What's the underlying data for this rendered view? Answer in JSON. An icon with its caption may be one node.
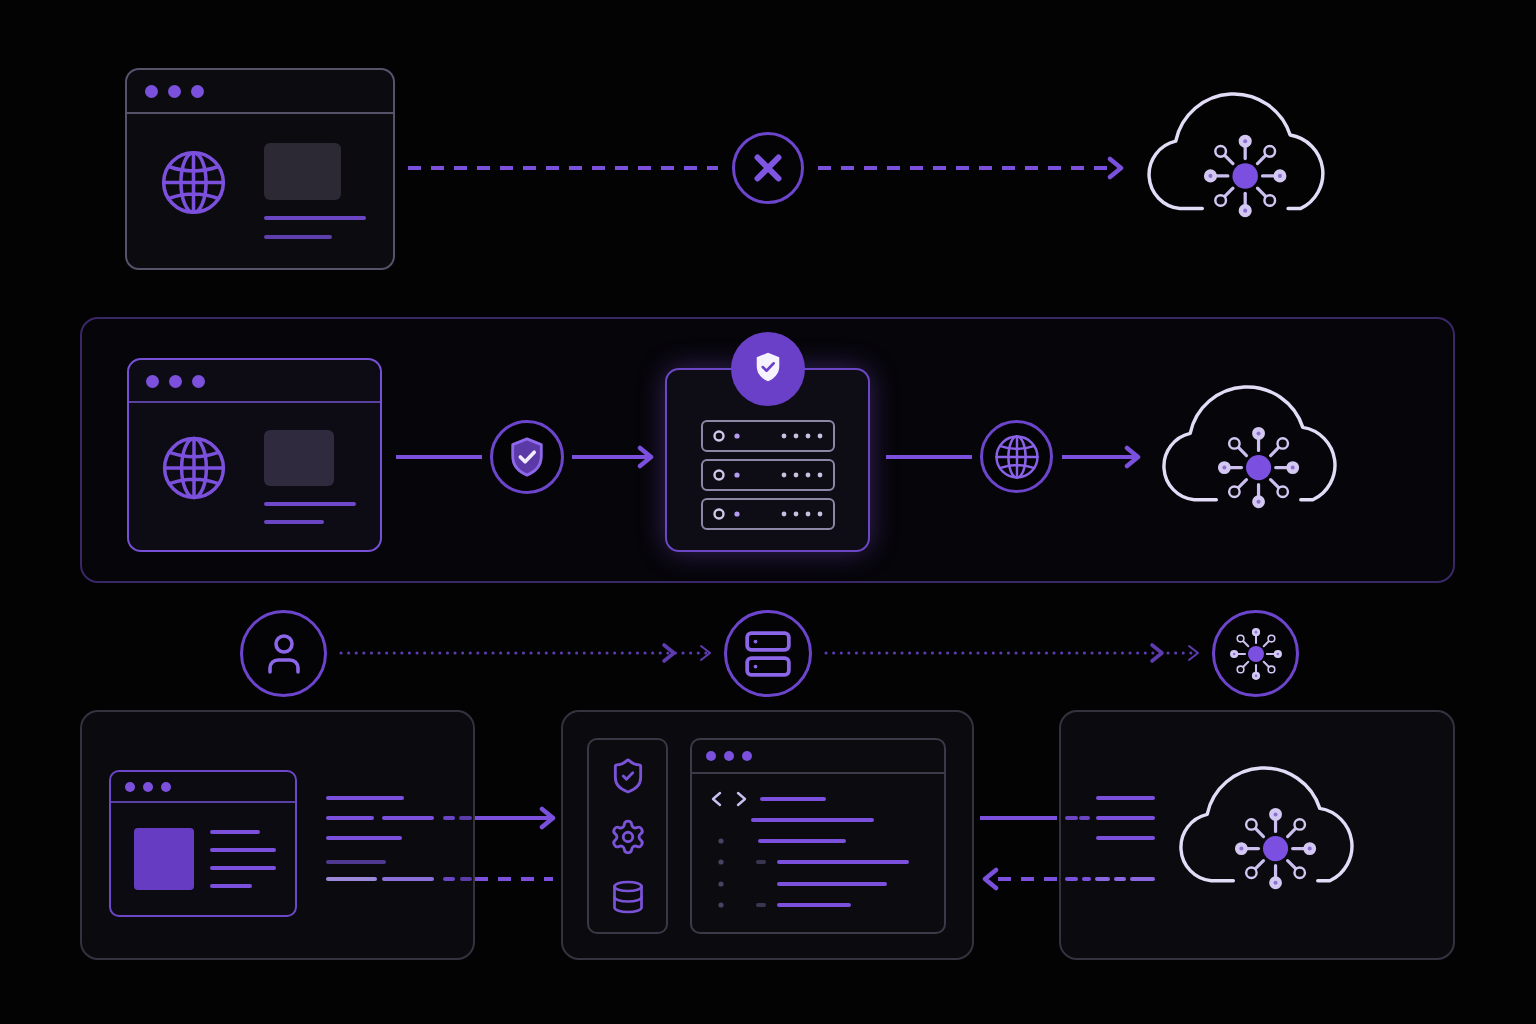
{
  "diagram": {
    "nodes": [
      {
        "text": [],
        "shape": "window"
      },
      {
        "text": [],
        "shape": "circle"
      },
      {
        "text": [],
        "shape": "cloud"
      },
      {
        "text": [],
        "shape": "box"
      },
      {
        "text": [],
        "shape": "window",
        "in": 3
      },
      {
        "text": [],
        "shape": "circle",
        "in": 3
      },
      {
        "text": [],
        "shape": "box",
        "in": 3
      },
      {
        "text": [],
        "shape": "circle",
        "in": 3
      },
      {
        "text": [],
        "shape": "cloud",
        "in": 3
      },
      {
        "text": [],
        "shape": "circle"
      },
      {
        "text": [],
        "shape": "circle"
      },
      {
        "text": [],
        "shape": "circle"
      },
      {
        "text": [],
        "shape": "box"
      },
      {
        "text": [],
        "shape": "window",
        "in": 12
      },
      {
        "text": [],
        "shape": "box"
      },
      {
        "text": [],
        "shape": "box",
        "in": 14
      },
      {
        "text": [],
        "shape": "window",
        "in": 14
      },
      {
        "text": [],
        "shape": "box"
      },
      {
        "text": [],
        "shape": "cloud",
        "in": 17
      }
    ],
    "edges": [
      {
        "from": 0,
        "to": 1,
        "arrow": "none",
        "style": "dashed"
      },
      {
        "from": 1,
        "to": 2,
        "arrow": "to",
        "style": "dashed"
      },
      {
        "from": 4,
        "to": 5,
        "arrow": "none"
      },
      {
        "from": 5,
        "to": 6,
        "arrow": "to"
      },
      {
        "from": 6,
        "to": 7,
        "arrow": "none"
      },
      {
        "from": 7,
        "to": 8,
        "arrow": "to"
      },
      {
        "from": 9,
        "to": 10,
        "arrow": "to",
        "style": "dashed",
        "color": "#5e3cb0"
      },
      {
        "from": 10,
        "to": 11,
        "arrow": "to",
        "style": "dashed",
        "color": "#5e3cb0"
      },
      {
        "from": 12,
        "to": 14,
        "arrow": "to"
      },
      {
        "from": 12,
        "to": 14,
        "arrow": "none",
        "style": "dashed"
      },
      {
        "from": 14,
        "to": 17,
        "arrow": "none"
      },
      {
        "from": 17,
        "to": 14,
        "arrow": "to",
        "style": "dashed"
      }
    ]
  }
}
